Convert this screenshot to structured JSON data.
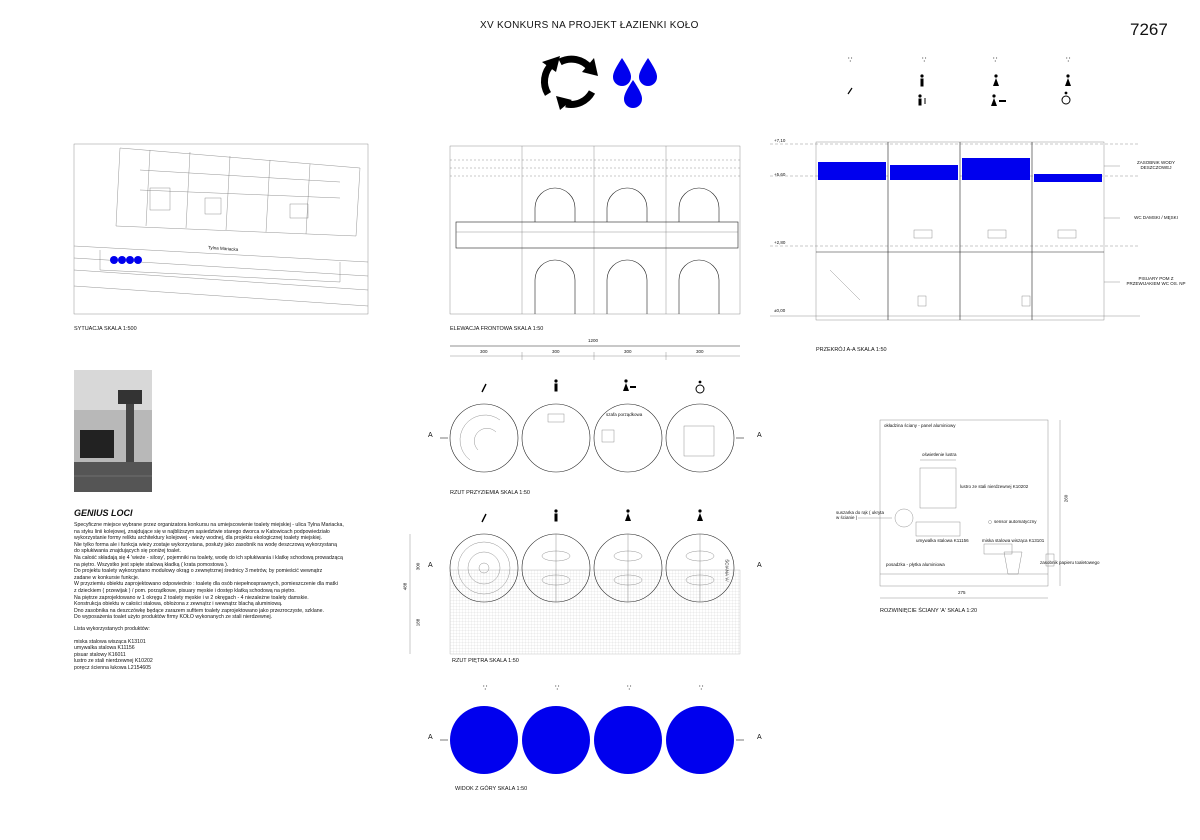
{
  "header": {
    "title": "XV KONKURS NA PROJEKT ŁAZIENKI KOŁO",
    "entry_number": "7267"
  },
  "captions": {
    "situation": "SYTUACJA  SKALA 1:500",
    "elevation": "ELEWACJA FRONTOWA  SKALA 1:50",
    "section": "PRZEKRÓJ A-A  SKALA 1:50",
    "ground_plan": "RZUT PRZYZIEMIA  SKALA 1:50",
    "floor_plan": "RZUT PIĘTRA  SKALA 1:50",
    "top_view": "WIDOK Z GÓRY  SKALA 1:50",
    "wall": "ROZWINIĘCIE ŚCIANY 'A'  SKALA 1:20"
  },
  "situation": {
    "street": "Tylna Mariacka"
  },
  "elevation_dims": {
    "total": "1200",
    "modules": [
      "300",
      "300",
      "300",
      "300"
    ]
  },
  "section": {
    "levels": [
      "+7,10",
      "+5,60",
      "+2,80",
      "±0,00"
    ],
    "labels": [
      "ZASOBNIK WODY DESZCZOWEJ",
      "WC DAMSKI / MĘSKI",
      "PISUARY POM Z PRZEWIJAKIEM WC OS. NP"
    ]
  },
  "plan_labels": {
    "cleaning_cabinet": "szafa porządkowa",
    "section_marker": "A",
    "wall_marker": "ŚCIANA 'A'",
    "dim_300": "300",
    "dim_188": "188",
    "dim_488": "488"
  },
  "wall": {
    "cladding": "okładzina ściany - panel aluminiowy",
    "lighting": "oświetlenie lustra",
    "mirror": "lustro ze stali nierdzewnej K10202",
    "dryer": "suszarka do rąk ( ukryta w ścianie )",
    "sensor": "sensor automatyczny",
    "sink": "umywalka stalowa K11156",
    "toilet": "miska stalowa wisząca K13101",
    "floor": "posadzka - płytka aluminiowa",
    "paper": "zasobnik papieru toaletowego",
    "dim_width": "275",
    "dim_height": "260"
  },
  "genius_loci": {
    "title": "GENIUS LOCI",
    "paragraphs": [
      "Specyficzne miejsce wybrane przez organizatora konkursu na umiejscowienie toalety miejskiej - ulica Tylna Mariacka,",
      "na styku linii kolejowej, znajdujące się w najbliższym sąsiedztwie starego dworca w Katowicach podpowiedziało",
      "wykorzystanie formy reliktu architektury kolejowej - wieży wodnej, dla projektu ekologicznej toalety miejskiej.",
      "Nie tylko forma ale i funkcja wieży zostaje wykorzystana, posłuży jako zasobnik na wodę deszczową wykorzystaną",
      "do spłukiwania znajdujących się poniżej toalet.",
      "Na całość składają się 4 'wieże - silosy', pojemniki na toalety, wodę do ich spłukiwania i klatkę schodową prowadzącą",
      "na piętro. Wszystko jest spięte stalową kładką ( krata pomostowa ).",
      "Do projektu toalety wykorzystano modułowy okrąg o zewnętrznej średnicy 3 metrów, by pomieścić wewnątrz",
      "zadane w konkursie funkcje.",
      "W przyziemiu obiektu zaprojektowano odpowiednio : toaletę dla osób niepełnosprawnych, pomieszczenie dla matki",
      "z dzieckiem ( przewijak ) / pom. porządkowe, pisuary męskie i dostęp klatką schodową na piętro.",
      "Na piętrze zaprojektowano w 1 okręgu 2 toalety męskie i w 2 okręgach - 4 niezależne toalety damskie.",
      "Konstrukcja obiektu w całości stalowa, obłożona z zewnątrz i wewnątrz blachą aluminiową.",
      "Dno zasobnika na deszczówkę będące zarazem sufitem toalety zaprojektowano jako przezroczyste, szklane.",
      "Do wyposażenia toalet użyto produktów firmy KOŁO wykonanych ze stali nierdzewnej."
    ],
    "products_title": "Lista wykorzystanych produktów:",
    "products": [
      "miska stalowa wisząca K13101",
      "umywalka stalowa K11156",
      "pisuar stalowy K16011",
      "lustro ze stali nierdzewnej K10202",
      "poręcz ścienna łukowa L2154605"
    ]
  },
  "colors": {
    "accent": "#0000ee",
    "ink": "#111111"
  },
  "icons": [
    "recycle-icon",
    "water-drops-icon",
    "rain-icon",
    "stairs-icon",
    "male-icon",
    "female-icon",
    "wheelchair-icon",
    "urinal-icon",
    "baby-changing-icon",
    "toilet-icon"
  ]
}
